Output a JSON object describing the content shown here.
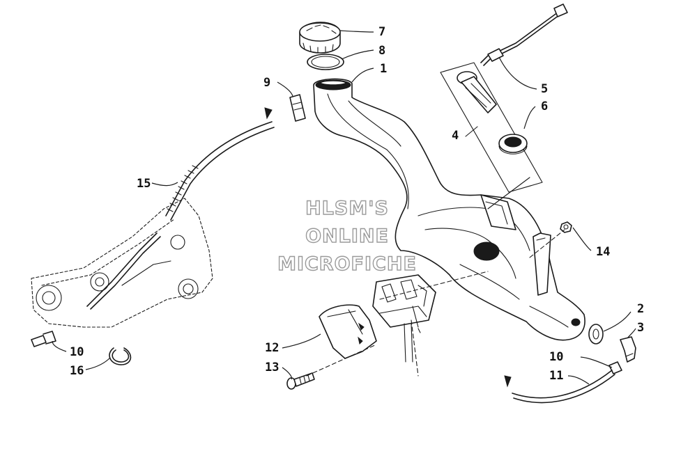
{
  "watermark": {
    "lines": [
      "HLSM'S",
      "ONLINE",
      "MICROFICHE"
    ]
  },
  "callouts": {
    "c1": "1",
    "c2": "2",
    "c3": "3",
    "c4": "4",
    "c5": "5",
    "c6": "6",
    "c7": "7",
    "c8": "8",
    "c9": "9",
    "c10a": "10",
    "c10b": "10",
    "c11": "11",
    "c12": "12",
    "c13": "13",
    "c14": "14",
    "c15": "15",
    "c16": "16"
  }
}
